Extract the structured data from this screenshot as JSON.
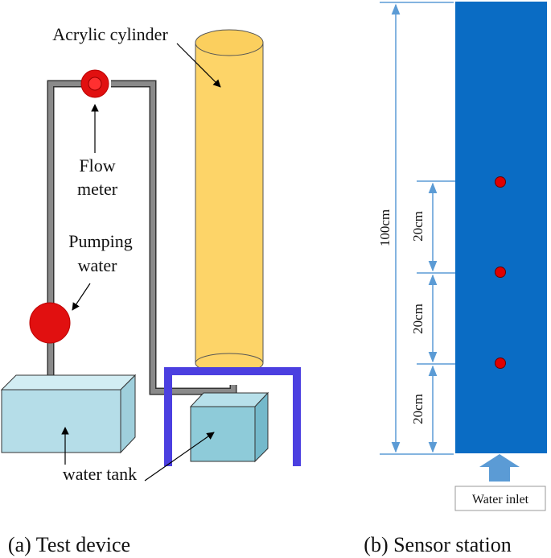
{
  "panel_a": {
    "caption": "(a) Test device",
    "labels": {
      "acrylic_cylinder": "Acrylic cylinder",
      "flow_meter_line1": "Flow",
      "flow_meter_line2": "meter",
      "pumping_line1": "Pumping",
      "pumping_line2": "water",
      "water_tank": "water tank"
    }
  },
  "panel_b": {
    "caption": "(b) Sensor station",
    "total_height_label": "100cm",
    "spacing_labels": [
      "20cm",
      "20cm",
      "20cm"
    ],
    "inlet_label": "Water inlet",
    "sensor_count": 3
  },
  "colors": {
    "pipe": "#8a8a8a",
    "pump": "#e11010",
    "cylinder": "#fdd468",
    "tank": "#b5dde8",
    "small_tank": "#8ecbd9",
    "stand": "#4b3fe0",
    "column": "#0a6cc4",
    "dimension": "#5b9bd5",
    "sensor": "#e00000"
  }
}
